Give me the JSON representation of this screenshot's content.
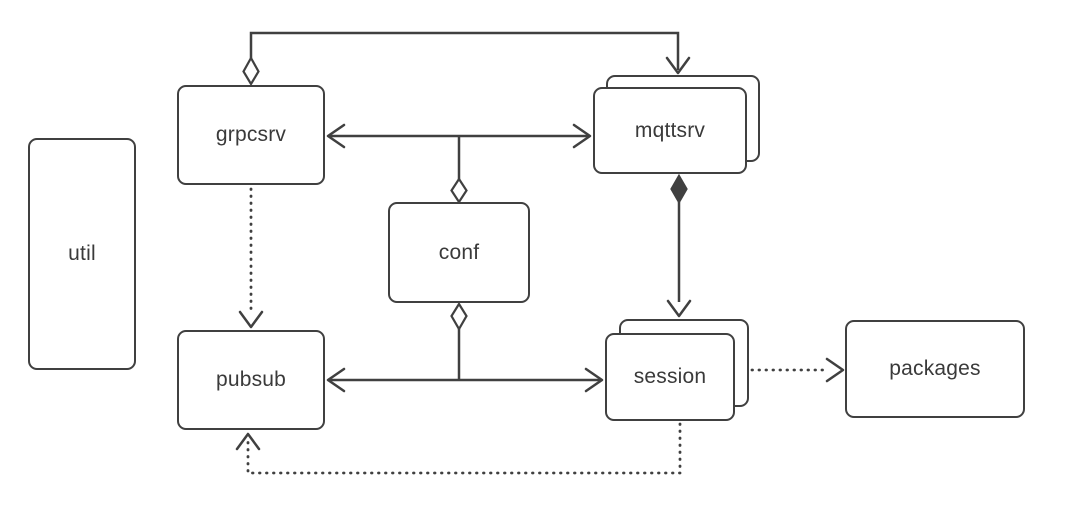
{
  "diagram": {
    "title": "module dependency diagram",
    "colors": {
      "background": "#ffffff",
      "stroke": "#404040",
      "text": "#3a3a3a"
    },
    "nodes": {
      "util": {
        "label": "util",
        "stacked": false
      },
      "grpcsrv": {
        "label": "grpcsrv",
        "stacked": false
      },
      "mqttsrv": {
        "label": "mqttsrv",
        "stacked": true
      },
      "conf": {
        "label": "conf",
        "stacked": false
      },
      "pubsub": {
        "label": "pubsub",
        "stacked": false
      },
      "session": {
        "label": "session",
        "stacked": true
      },
      "packages": {
        "label": "packages",
        "stacked": false
      }
    },
    "edges": [
      {
        "from": "grpcsrv",
        "to": "mqttsrv",
        "line": "solid",
        "route": "top",
        "source_end": "hollow-diamond",
        "target_end": "open-arrow"
      },
      {
        "from": "grpcsrv",
        "to": "mqttsrv",
        "line": "solid",
        "route": "middle",
        "source_end": "open-arrow",
        "target_end": "open-arrow"
      },
      {
        "from": "conf",
        "to": "grpcsrv-mqttsrv-link",
        "line": "solid",
        "route": "up",
        "source_end": "hollow-diamond",
        "target_end": "none"
      },
      {
        "from": "grpcsrv",
        "to": "pubsub",
        "line": "dotted",
        "route": "down",
        "source_end": "none",
        "target_end": "open-arrow"
      },
      {
        "from": "mqttsrv",
        "to": "session",
        "line": "solid",
        "route": "down",
        "source_end": "filled-diamond",
        "target_end": "open-arrow"
      },
      {
        "from": "pubsub",
        "to": "session",
        "line": "solid",
        "route": "middle",
        "source_end": "open-arrow",
        "target_end": "open-arrow"
      },
      {
        "from": "conf",
        "to": "pubsub-session-link",
        "line": "solid",
        "route": "down",
        "source_end": "hollow-diamond",
        "target_end": "none"
      },
      {
        "from": "session",
        "to": "packages",
        "line": "dotted",
        "route": "right",
        "source_end": "none",
        "target_end": "open-arrow"
      },
      {
        "from": "session",
        "to": "pubsub",
        "line": "dotted",
        "route": "bottom",
        "source_end": "none",
        "target_end": "open-arrow"
      }
    ]
  }
}
